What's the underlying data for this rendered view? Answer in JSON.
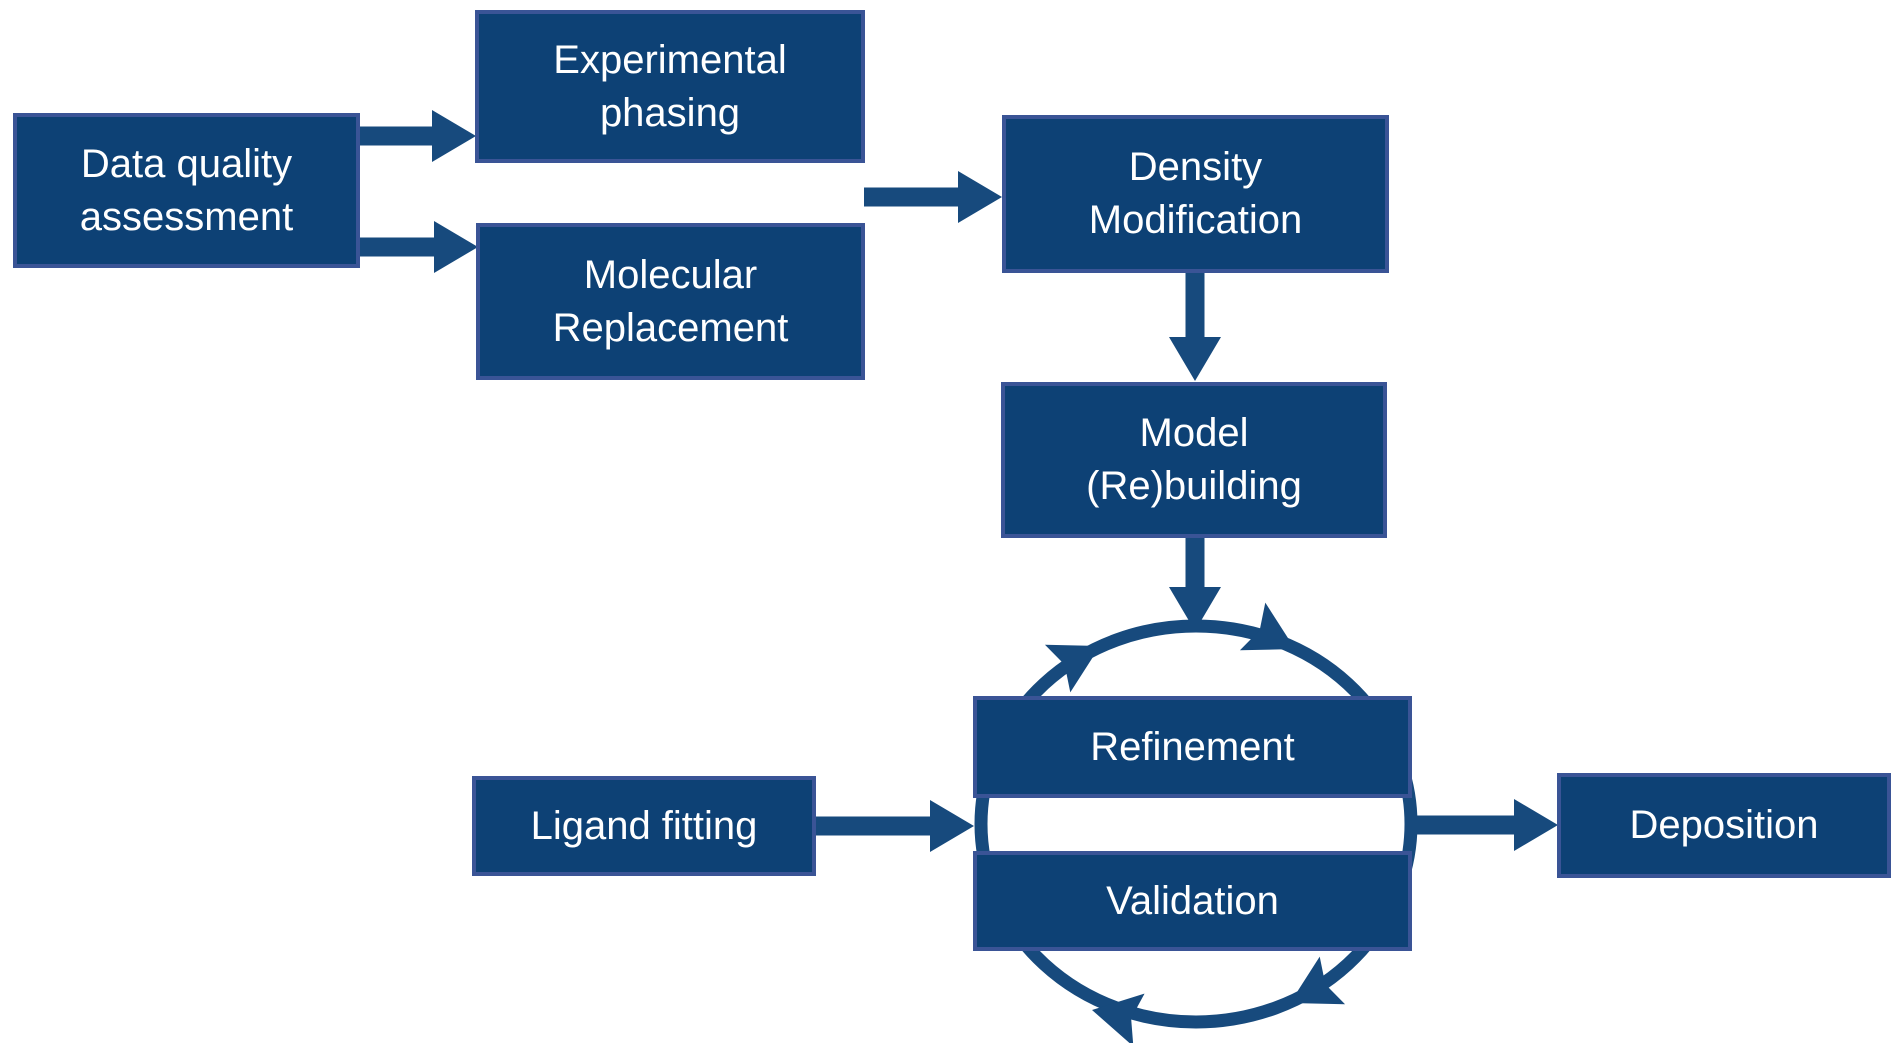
{
  "diagram": {
    "description": "Crystallography structure solution workflow flowchart",
    "colors": {
      "box_fill": "#0D4175",
      "box_border": "#3A5496",
      "arrow": "#174A7D",
      "text": "#FFFFFF",
      "background": "#FFFFFF"
    },
    "nodes": {
      "data_quality_assessment": {
        "lines": [
          "Data quality",
          "assessment"
        ]
      },
      "experimental_phasing": {
        "lines": [
          "Experimental",
          "phasing"
        ]
      },
      "molecular_replacement": {
        "lines": [
          "Molecular",
          "Replacement"
        ]
      },
      "density_modification": {
        "lines": [
          "Density",
          "Modification"
        ]
      },
      "model_rebuilding": {
        "lines": [
          "Model",
          "(Re)building"
        ]
      },
      "refinement": {
        "lines": [
          "Refinement"
        ]
      },
      "validation": {
        "lines": [
          "Validation"
        ]
      },
      "ligand_fitting": {
        "lines": [
          "Ligand fitting"
        ]
      },
      "deposition": {
        "lines": [
          "Deposition"
        ]
      }
    },
    "edges": [
      {
        "from": "Data quality assessment",
        "to": "Experimental phasing"
      },
      {
        "from": "Data quality assessment",
        "to": "Molecular Replacement"
      },
      {
        "from": "Experimental phasing / Molecular Replacement",
        "to": "Density Modification"
      },
      {
        "from": "Density Modification",
        "to": "Model (Re)building"
      },
      {
        "from": "Model (Re)building",
        "to": "Refinement / Validation cycle"
      },
      {
        "from": "Ligand fitting",
        "to": "Refinement / Validation cycle"
      },
      {
        "from": "Refinement / Validation cycle",
        "to": "Deposition"
      },
      {
        "from": "Refinement",
        "to": "Validation",
        "type": "circular-cycle"
      }
    ]
  }
}
